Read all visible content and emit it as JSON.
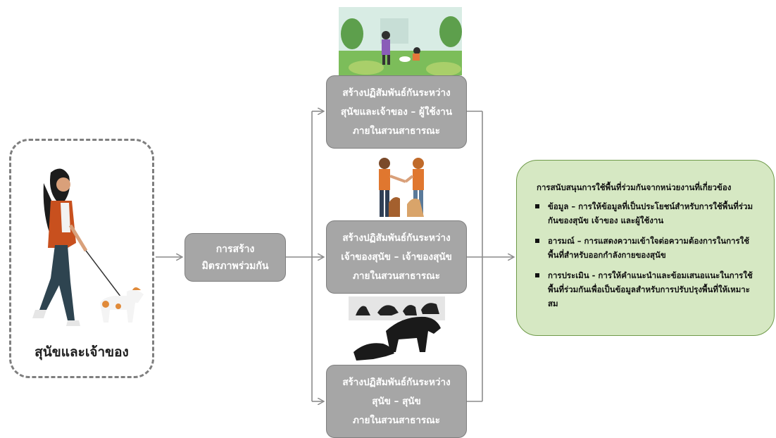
{
  "owner": {
    "label": "สุนัขและเจ้าของ"
  },
  "center": {
    "line1": "การสร้าง",
    "line2": "มิตรภาพร่วมกัน"
  },
  "boxes": [
    {
      "line1": "สร้างปฏิสัมพันธ์กันระหว่าง",
      "line2": "สุนัขและเจ้าของ – ผู้ใช้งาน",
      "line3": "ภายในสวนสาธารณะ"
    },
    {
      "line1": "สร้างปฏิสัมพันธ์กันระหว่าง",
      "line2": "เจ้าของสุนัข – เจ้าของสุนัข",
      "line3": "ภายในสวนสาธารณะ"
    },
    {
      "line1": "สร้างปฏิสัมพันธ์กันระหว่าง",
      "line2": "สุนัข – สุนัข",
      "line3": "ภายในสวนสาธารณะ"
    }
  ],
  "support": {
    "title": "การสนับสนุนการใช้พื้นที่ร่วมกันจากหน่วยงานที่เกี่ยวข้อง",
    "items": [
      "ข้อมูล – การให้ข้อมูลที่เป็นประโยชน์สำหรับการใช้พื้นที่ร่วมกันของสุนัข เจ้าของ และผู้ใช้งาน",
      "อารมณ์ – การแสดงความเข้าใจต่อความต้องการในการใช้พื้นที่สำหรับออกกำลังกายของสุนัข",
      "การประเมิน - การให้คำแนะนำและข้อมเสนอแนะในการใช้พื้นที่ร่วมกันเพื่อเป็นข้อมูลสำหรับการปรับปรุงพื้นที่ให้เหมาะสม"
    ]
  },
  "colors": {
    "box_fill": "#a6a6a6",
    "box_border": "#7f7f7f",
    "support_fill": "#d6e8c3",
    "support_border": "#6f9a4a",
    "arrow": "#8c8c8c"
  },
  "icons": [
    "woman-walking-dog-illustration",
    "park-scene-illustration",
    "owners-handshake-illustration",
    "dogs-playing-silhouettes"
  ]
}
